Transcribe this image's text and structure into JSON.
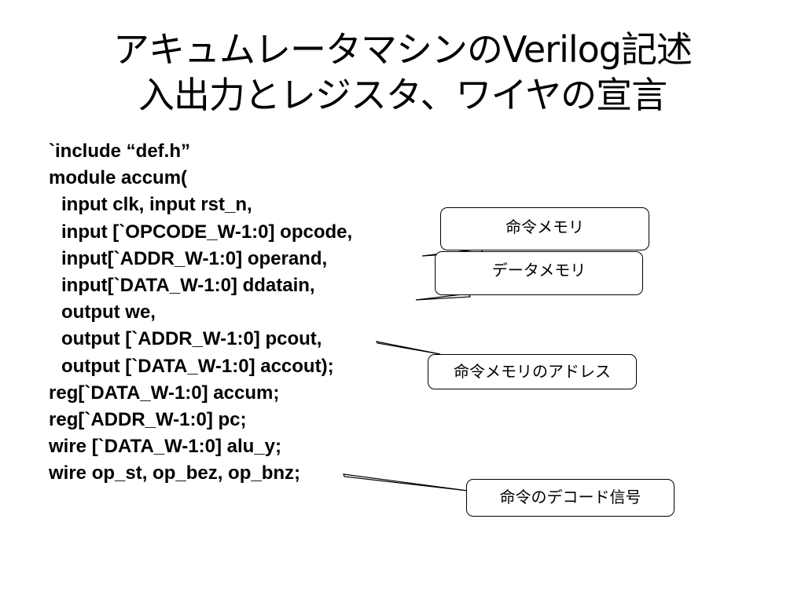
{
  "title": {
    "line1": "アキュムレータマシンのVerilog記述",
    "line2": "入出力とレジスタ、ワイヤの宣言"
  },
  "code": [
    "`include “def.h”",
    "module accum(",
    "input clk, input rst_n,",
    "input [`OPCODE_W-1:0] opcode,",
    "input[`ADDR_W-1:0] operand,",
    "input[`DATA_W-1:0] ddatain,",
    "output we,",
    "output [`ADDR_W-1:0] pcout,",
    "output [`DATA_W-1:0] accout);",
    "reg[`DATA_W-1:0] accum;",
    "reg[`ADDR_W-1:0] pc;",
    "wire [`DATA_W-1:0] alu_y;",
    "wire op_st, op_bez, op_bnz;"
  ],
  "callouts": {
    "instruction_memory": "命令メモリ",
    "data_memory": "データメモリ",
    "instruction_memory_address": "命令メモリのアドレス",
    "instruction_decode_signals": "命令のデコード信号"
  }
}
